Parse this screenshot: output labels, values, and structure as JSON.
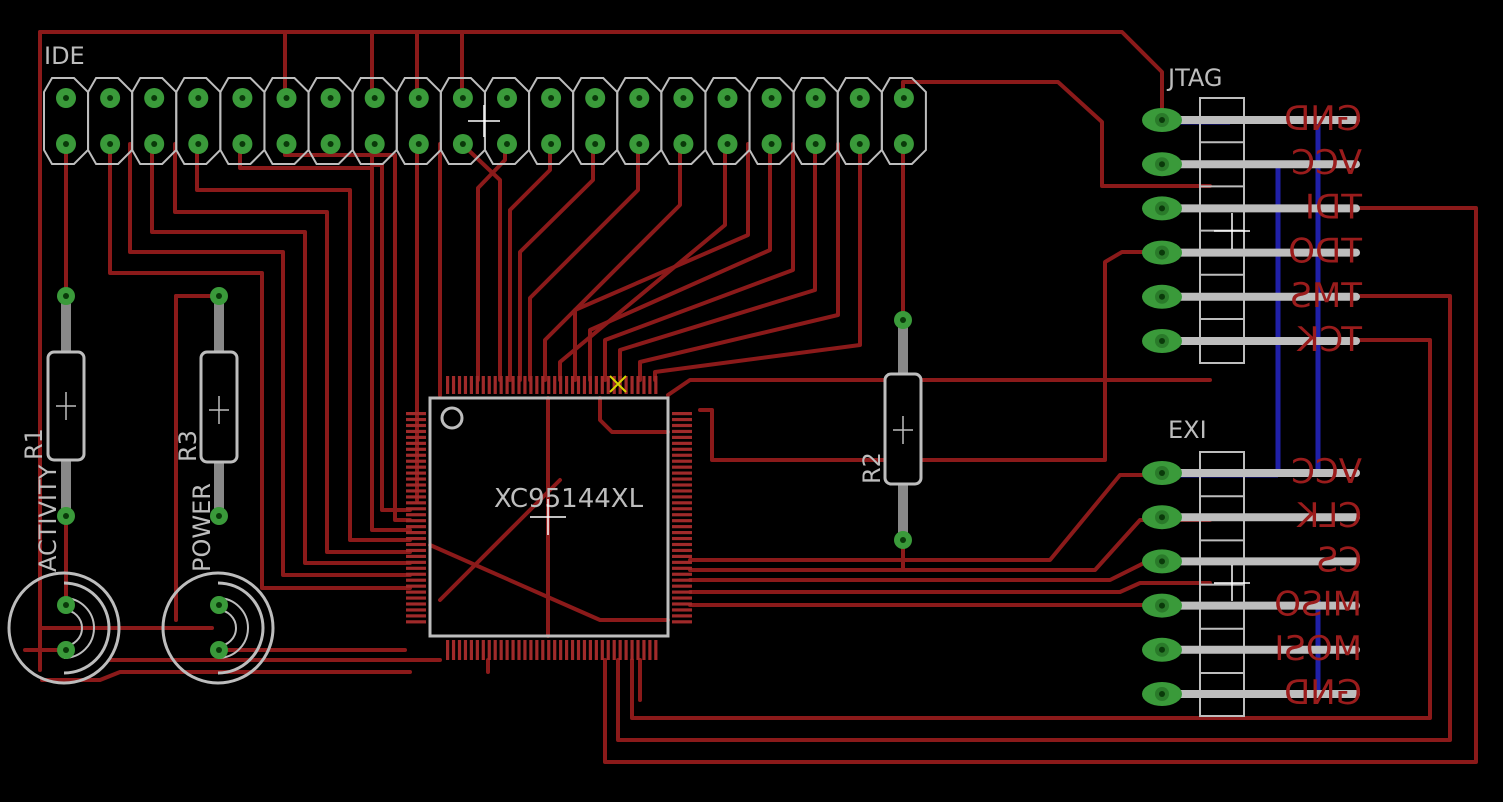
{
  "colors": {
    "background": "#000000",
    "trace_top": "#8b1a1a",
    "trace_bottom": "#2020a8",
    "silkscreen": "#bdbdbd",
    "pad": "#3a9a3a",
    "pad_hole": "#0a3a0a",
    "smd_pad": "#a02a2a",
    "pin_label": "#9a1c1c",
    "origin_mark": "#d6d600",
    "crosshair": "#ffffff"
  },
  "components": {
    "ide": {
      "name": "IDE"
    },
    "jtag": {
      "name": "JTAG",
      "pins": [
        "GND",
        "VCC",
        "TDI",
        "TDO",
        "TMS",
        "TCK"
      ]
    },
    "exi": {
      "name": "EXI",
      "pins": [
        "VCC",
        "CLK",
        "CS",
        "MISO",
        "MOSI",
        "GND"
      ]
    },
    "cpld": {
      "name": "XC95144XL"
    },
    "r1": {
      "name": "R1",
      "value": "ACTIVITY"
    },
    "r2": {
      "name": "R2"
    },
    "r3": {
      "name": "R3",
      "value": "POWER"
    }
  }
}
